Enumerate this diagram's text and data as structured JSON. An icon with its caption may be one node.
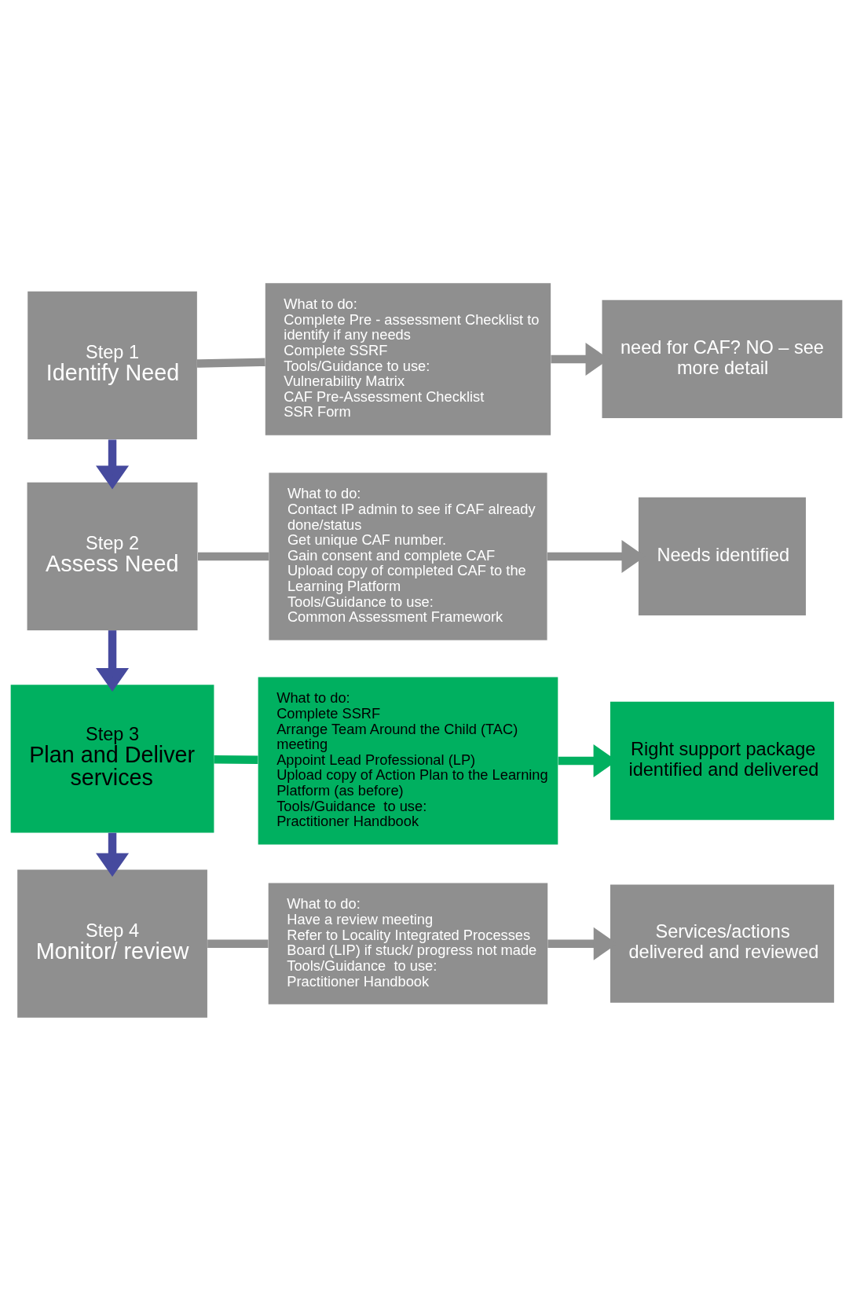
{
  "diagram": {
    "nodes": [
      {
        "text": [
          "Step 1",
          "Identify Need"
        ]
      },
      {
        "text": [
          "What to do:",
          "Complete Pre - assessment Checklist to identify if any needs",
          "Complete SSRF",
          "Tools/Guidance to use:",
          "Vulnerability Matrix",
          "CAF Pre-Assessment Checklist",
          "SSR Form"
        ]
      },
      {
        "text": [
          "need for CAF? NO – see more detail"
        ]
      },
      {
        "text": [
          "Step 2",
          "Assess Need"
        ]
      },
      {
        "text": [
          "What to do:",
          "Contact IP admin to see if CAF already done/status",
          "Get unique CAF number.",
          "Gain consent and complete CAF",
          "Upload copy of completed CAF to the Learning Platform",
          "Tools/Guidance to use:",
          "Common Assessment Framework"
        ]
      },
      {
        "text": [
          "Needs identified"
        ]
      },
      {
        "text": [
          "Step 3",
          "Plan and Deliver services"
        ]
      },
      {
        "text": [
          "What to do:",
          "Complete SSRF",
          "Arrange Team Around the Child (TAC) meeting",
          "Appoint Lead Professional (LP)",
          "Upload copy of Action Plan to the Learning Platform (as before)",
          "Tools/Guidance  to use:",
          "Practitioner Handbook"
        ]
      },
      {
        "text": [
          "Right support package identified and delivered"
        ]
      },
      {
        "text": [
          "Step 4",
          "Monitor/ review"
        ]
      },
      {
        "text": [
          "What to do:",
          "Have a review meeting",
          "Refer to Locality Integrated Processes Board (LIP) if stuck/ progress not made",
          "Tools/Guidance  to use:",
          "Practitioner Handbook"
        ]
      },
      {
        "text": [
          "Services/actions delivered and reviewed"
        ]
      }
    ],
    "edges": [
      {
        "from": 0,
        "to": 1,
        "arrow": "none"
      },
      {
        "from": 1,
        "to": 2,
        "arrow": "to"
      },
      {
        "from": 3,
        "to": 4,
        "arrow": "none"
      },
      {
        "from": 4,
        "to": 5,
        "arrow": "to"
      },
      {
        "from": 6,
        "to": 7,
        "arrow": "none",
        "color": "#00b060"
      },
      {
        "from": 7,
        "to": 8,
        "arrow": "to",
        "color": "#00b060"
      },
      {
        "from": 9,
        "to": 10,
        "arrow": "none"
      },
      {
        "from": 10,
        "to": 11,
        "arrow": "to"
      },
      {
        "from": 0,
        "to": 3,
        "arrow": "to",
        "color": "#464a9e"
      },
      {
        "from": 3,
        "to": 6,
        "arrow": "to",
        "color": "#464a9e"
      },
      {
        "from": 6,
        "to": 9,
        "arrow": "to",
        "color": "#464a9e"
      }
    ]
  }
}
